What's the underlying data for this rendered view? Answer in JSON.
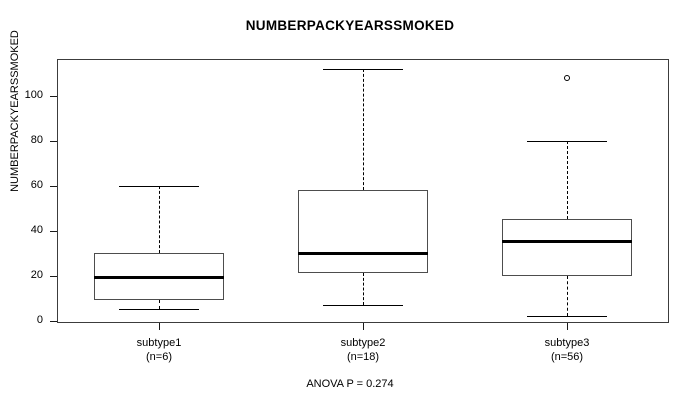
{
  "chart_data": {
    "type": "box",
    "title": "NUMBERPACKYEARSSMOKED",
    "xlabel": "",
    "ylabel": "NUMBERPACKYEARSSMOKED",
    "ylim": [
      -3,
      117
    ],
    "yticks": [
      0,
      20,
      40,
      60,
      80,
      100
    ],
    "ytick_labels": [
      "0",
      "20",
      "40",
      "60",
      "80",
      "100"
    ],
    "grid": false,
    "legend": "none",
    "annotation": "ANOVA P = 0.274",
    "categories": [
      "subtype1",
      "subtype2",
      "subtype3"
    ],
    "counts": [
      6,
      18,
      56
    ],
    "category_labels": [
      {
        "name": "subtype1",
        "n": "(n=6)"
      },
      {
        "name": "subtype2",
        "n": "(n=18)"
      },
      {
        "name": "subtype3",
        "n": "(n=56)"
      }
    ],
    "boxes": [
      {
        "label": "subtype1",
        "n": 6,
        "whisker_low": 5,
        "q1": 9,
        "median": 19,
        "q3": 30,
        "whisker_high": 60,
        "outliers": []
      },
      {
        "label": "subtype2",
        "n": 18,
        "whisker_low": 7,
        "q1": 21,
        "median": 30,
        "q3": 58,
        "whisker_high": 112,
        "outliers": []
      },
      {
        "label": "subtype3",
        "n": 56,
        "whisker_low": 2,
        "q1": 20,
        "median": 35,
        "q3": 45,
        "whisker_high": 80,
        "outliers": [
          108
        ]
      }
    ],
    "colors": {
      "box_border": "#4d4d4d",
      "median": "#000000",
      "whisker": "#000000",
      "frame": "#3c3c3c",
      "background": "#ffffff"
    }
  }
}
